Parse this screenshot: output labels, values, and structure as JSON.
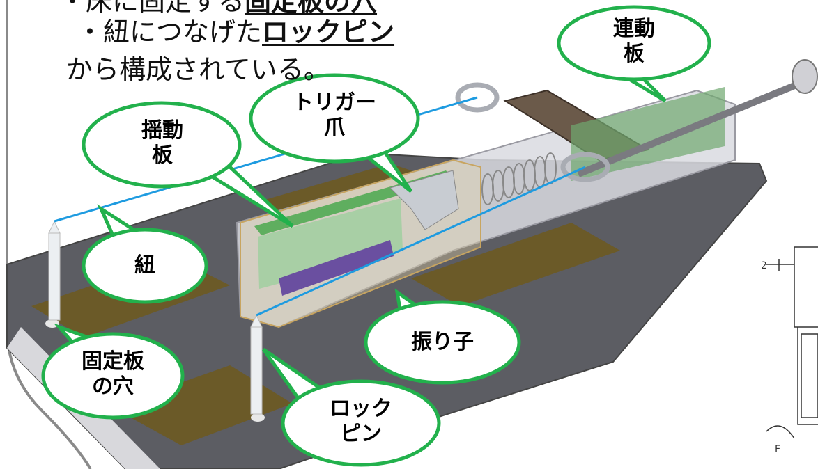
{
  "text": {
    "line1_prefix": "・床に固定する",
    "line1_emph": "固定板の穴",
    "line2_prefix": "・紐につなげた",
    "line2_emph": "ロックピン",
    "line3": "から構成されている。"
  },
  "callouts": {
    "renndou": [
      "連動",
      "板"
    ],
    "trigger": [
      "トリガー",
      "爪"
    ],
    "yuudou": [
      "揺動",
      "板"
    ],
    "himo": [
      "紐"
    ],
    "furiko": [
      "振り子"
    ],
    "kotei": [
      "固定板",
      "の穴"
    ],
    "lockpin": [
      "ロック",
      "ピン"
    ]
  },
  "sketch": {
    "label_2": "2",
    "label_f": "F"
  },
  "colors": {
    "bubble_fill": "#ffffff",
    "bubble_stroke": "#22b14c",
    "plate": "#5b5c62",
    "pad": "#6b5a28",
    "string": "#1e9be0"
  }
}
